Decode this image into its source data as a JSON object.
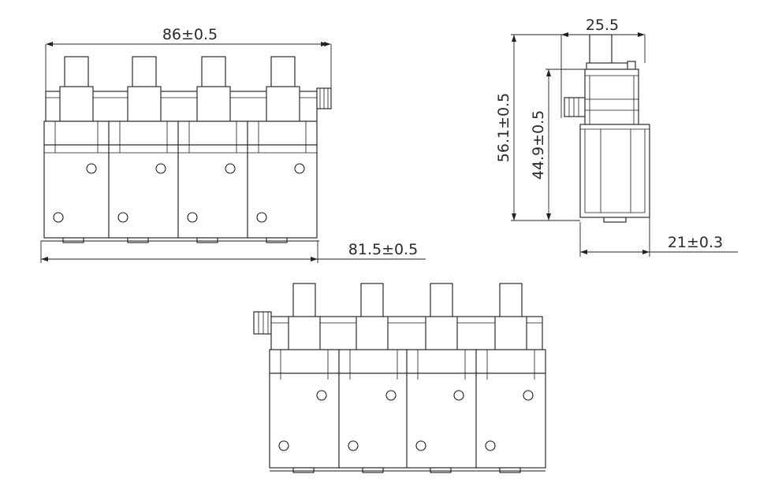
{
  "dimensions": {
    "top_width": "86±0.5",
    "base_width": "81.5±0.5",
    "side_width": "25.5",
    "total_height": "56.1±0.5",
    "body_height": "44.9±0.5",
    "side_base": "21±0.3"
  },
  "colors": {
    "line": "#1a1a1a",
    "background": "#ffffff"
  }
}
